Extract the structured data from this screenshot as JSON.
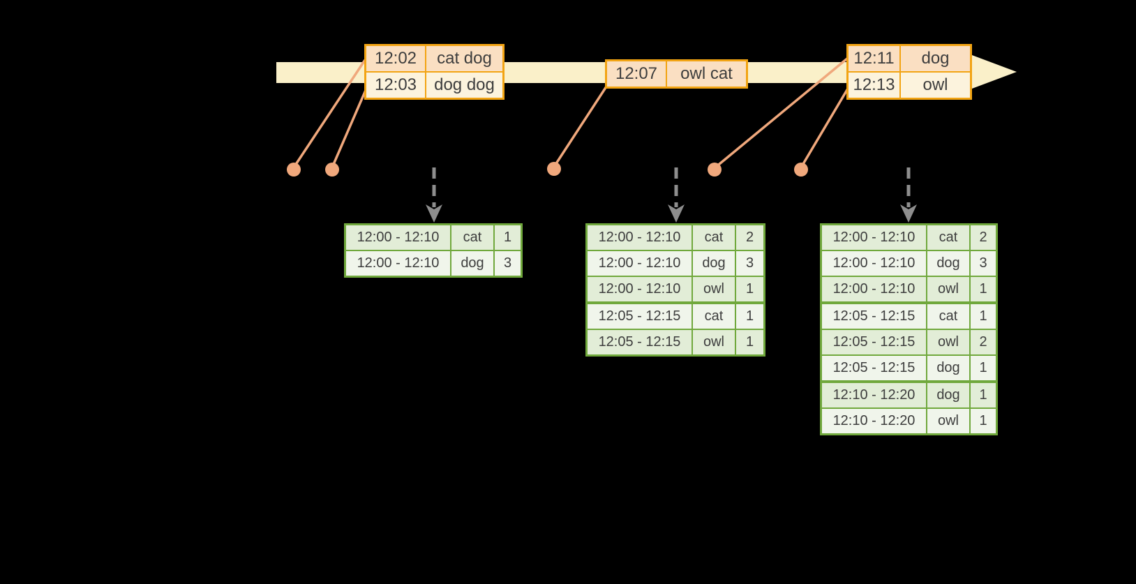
{
  "diagram": {
    "description": "windowed word-count streaming diagram",
    "colors": {
      "background": "#000000",
      "timeline_fill": "#FAF0C9",
      "event_table_border": "#F2A413",
      "event_row_peach": "#FADFC2",
      "event_row_cream": "#FCF3DD",
      "connector_and_dots": "#F0A87C",
      "trigger_arrow_gray": "#8E8E8E",
      "result_table_border": "#70A83C",
      "result_row_dark": "#E2EDD7",
      "result_row_light": "#F0F5EB",
      "text": "#3D3D3D"
    },
    "event_tables": [
      {
        "rows": [
          {
            "time": "12:02",
            "words": "cat dog"
          },
          {
            "time": "12:03",
            "words": "dog dog"
          }
        ]
      },
      {
        "rows": [
          {
            "time": "12:07",
            "words": "owl cat"
          }
        ]
      },
      {
        "rows": [
          {
            "time": "12:11",
            "words": "dog"
          },
          {
            "time": "12:13",
            "words": "owl"
          }
        ]
      }
    ],
    "result_tables": [
      {
        "rows": [
          {
            "window": "12:00 - 12:10",
            "word": "cat",
            "count": "1"
          },
          {
            "window": "12:00 - 12:10",
            "word": "dog",
            "count": "3"
          }
        ]
      },
      {
        "rows": [
          {
            "window": "12:00 - 12:10",
            "word": "cat",
            "count": "2"
          },
          {
            "window": "12:00 - 12:10",
            "word": "dog",
            "count": "3"
          },
          {
            "window": "12:00 - 12:10",
            "word": "owl",
            "count": "1"
          },
          {
            "window": "12:05 - 12:15",
            "word": "cat",
            "count": "1",
            "group_start": true
          },
          {
            "window": "12:05 - 12:15",
            "word": "owl",
            "count": "1"
          }
        ]
      },
      {
        "rows": [
          {
            "window": "12:00 - 12:10",
            "word": "cat",
            "count": "2"
          },
          {
            "window": "12:00 - 12:10",
            "word": "dog",
            "count": "3"
          },
          {
            "window": "12:00 - 12:10",
            "word": "owl",
            "count": "1"
          },
          {
            "window": "12:05 - 12:15",
            "word": "cat",
            "count": "1",
            "group_start": true
          },
          {
            "window": "12:05 - 12:15",
            "word": "owl",
            "count": "2"
          },
          {
            "window": "12:05 - 12:15",
            "word": "dog",
            "count": "1"
          },
          {
            "window": "12:10 - 12:20",
            "word": "dog",
            "count": "1",
            "group_start": true
          },
          {
            "window": "12:10 - 12:20",
            "word": "owl",
            "count": "1"
          }
        ]
      }
    ]
  }
}
